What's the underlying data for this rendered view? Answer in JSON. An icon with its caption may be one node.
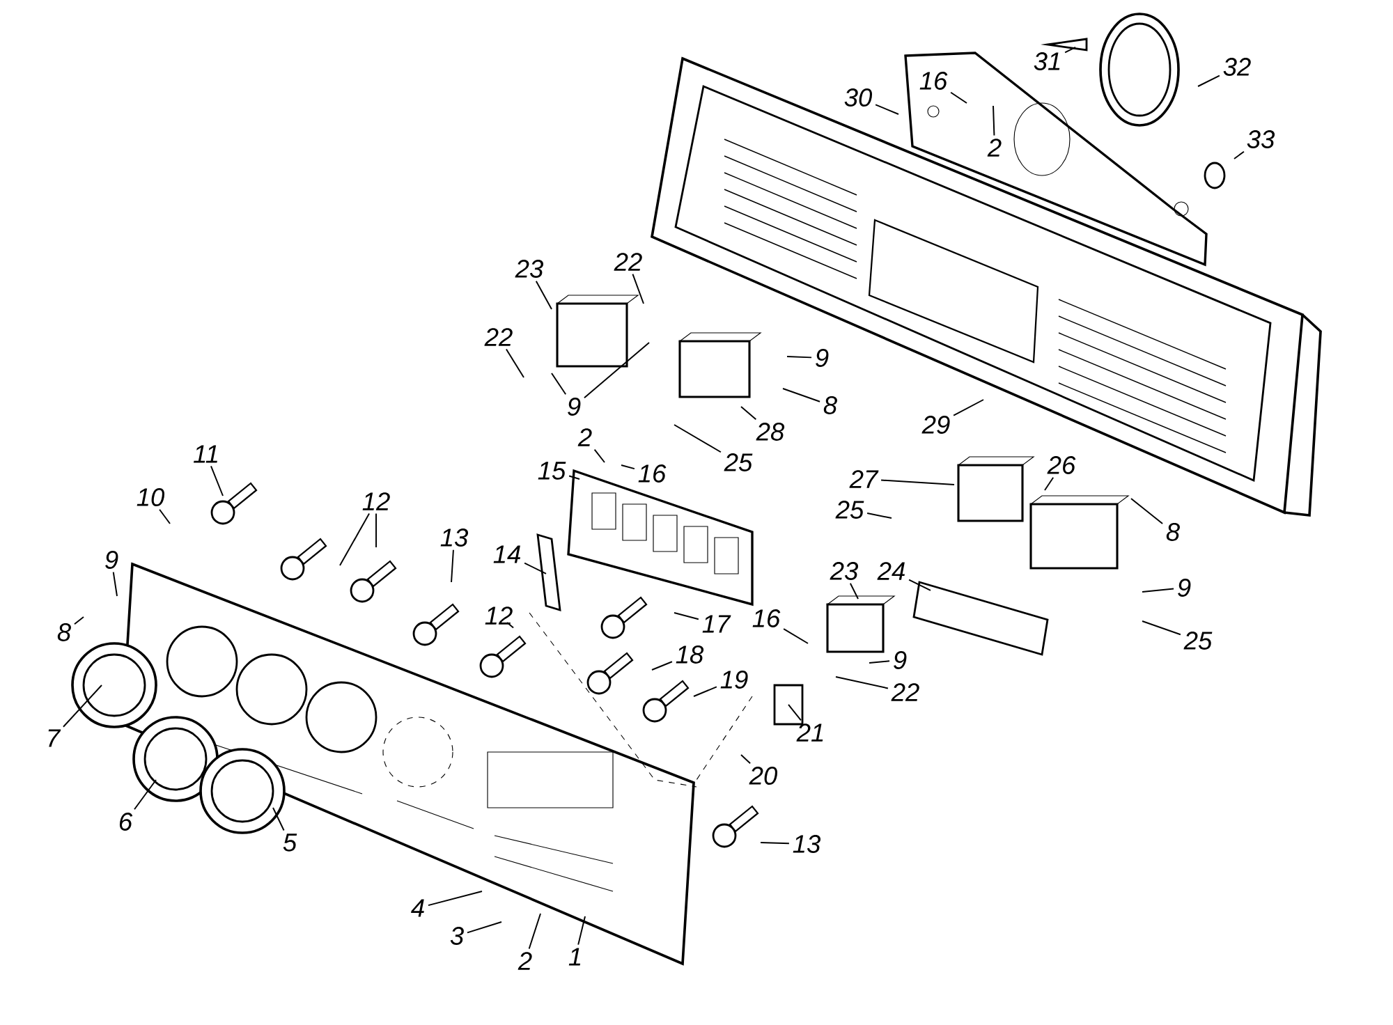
{
  "diagram": {
    "nodes": [
      {
        "text": [
          "31"
        ]
      },
      {
        "text": [
          "32"
        ]
      },
      {
        "text": [
          "30"
        ]
      },
      {
        "text": [
          "16"
        ]
      },
      {
        "text": [
          "2"
        ]
      },
      {
        "text": [
          "33"
        ]
      },
      {
        "text": [
          "23"
        ]
      },
      {
        "text": [
          "22"
        ]
      },
      {
        "text": [
          "22"
        ]
      },
      {
        "text": [
          "9"
        ]
      },
      {
        "text": [
          "9"
        ]
      },
      {
        "text": [
          "8"
        ]
      },
      {
        "text": [
          "28"
        ]
      },
      {
        "text": [
          "29"
        ]
      },
      {
        "text": [
          "25"
        ]
      },
      {
        "text": [
          "2"
        ]
      },
      {
        "text": [
          "16"
        ]
      },
      {
        "text": [
          "15"
        ]
      },
      {
        "text": [
          "27"
        ]
      },
      {
        "text": [
          "26"
        ]
      },
      {
        "text": [
          "8"
        ]
      },
      {
        "text": [
          "25"
        ]
      },
      {
        "text": [
          "11"
        ]
      },
      {
        "text": [
          "10"
        ]
      },
      {
        "text": [
          "12"
        ]
      },
      {
        "text": [
          "13"
        ]
      },
      {
        "text": [
          "14"
        ]
      },
      {
        "text": [
          "23"
        ]
      },
      {
        "text": [
          "24"
        ]
      },
      {
        "text": [
          "9"
        ]
      },
      {
        "text": [
          "8"
        ]
      },
      {
        "text": [
          "9"
        ]
      },
      {
        "text": [
          "25"
        ]
      },
      {
        "text": [
          "12"
        ]
      },
      {
        "text": [
          "17"
        ]
      },
      {
        "text": [
          "16"
        ]
      },
      {
        "text": [
          "9"
        ]
      },
      {
        "text": [
          "18"
        ]
      },
      {
        "text": [
          "19"
        ]
      },
      {
        "text": [
          "22"
        ]
      },
      {
        "text": [
          "7"
        ]
      },
      {
        "text": [
          "21"
        ]
      },
      {
        "text": [
          "20"
        ]
      },
      {
        "text": [
          "6"
        ]
      },
      {
        "text": [
          "5"
        ]
      },
      {
        "text": [
          "13"
        ]
      },
      {
        "text": [
          "4"
        ]
      },
      {
        "text": [
          "3"
        ]
      },
      {
        "text": [
          "2"
        ]
      },
      {
        "text": [
          "1"
        ]
      }
    ],
    "edges": [
      {
        "from": 0,
        "to": null,
        "arrow": "none"
      },
      {
        "from": 1,
        "to": null,
        "arrow": "none"
      },
      {
        "from": 2,
        "to": null,
        "arrow": "none"
      },
      {
        "from": 3,
        "to": null,
        "arrow": "none"
      },
      {
        "from": 4,
        "to": null,
        "arrow": "none"
      },
      {
        "from": 5,
        "to": null,
        "arrow": "none"
      },
      {
        "from": 6,
        "to": null,
        "arrow": "none"
      },
      {
        "from": 7,
        "to": null,
        "arrow": "none"
      },
      {
        "from": 8,
        "to": null,
        "arrow": "none"
      },
      {
        "from": 9,
        "to": null,
        "arrow": "none"
      },
      {
        "from": 9,
        "to": null,
        "arrow": "none"
      },
      {
        "from": 10,
        "to": null,
        "arrow": "none"
      },
      {
        "from": 11,
        "to": null,
        "arrow": "none"
      },
      {
        "from": 12,
        "to": null,
        "arrow": "none"
      },
      {
        "from": 13,
        "to": null,
        "arrow": "none"
      },
      {
        "from": 14,
        "to": null,
        "arrow": "none"
      },
      {
        "from": 15,
        "to": null,
        "arrow": "none"
      },
      {
        "from": 16,
        "to": null,
        "arrow": "none"
      },
      {
        "from": 17,
        "to": null,
        "arrow": "none"
      },
      {
        "from": 18,
        "to": null,
        "arrow": "none"
      },
      {
        "from": 19,
        "to": null,
        "arrow": "none"
      },
      {
        "from": 20,
        "to": null,
        "arrow": "none"
      },
      {
        "from": 21,
        "to": null,
        "arrow": "none"
      },
      {
        "from": 22,
        "to": null,
        "arrow": "none"
      },
      {
        "from": 23,
        "to": null,
        "arrow": "none"
      },
      {
        "from": 24,
        "to": null,
        "arrow": "none"
      },
      {
        "from": 24,
        "to": null,
        "arrow": "none"
      },
      {
        "from": 25,
        "to": null,
        "arrow": "none"
      },
      {
        "from": 26,
        "to": null,
        "arrow": "none"
      },
      {
        "from": 27,
        "to": null,
        "arrow": "none"
      },
      {
        "from": 28,
        "to": null,
        "arrow": "none"
      },
      {
        "from": 29,
        "to": null,
        "arrow": "none"
      },
      {
        "from": 30,
        "to": null,
        "arrow": "none"
      },
      {
        "from": 31,
        "to": null,
        "arrow": "none"
      },
      {
        "from": 32,
        "to": null,
        "arrow": "none"
      },
      {
        "from": 33,
        "to": null,
        "arrow": "none"
      },
      {
        "from": 34,
        "to": null,
        "arrow": "none"
      },
      {
        "from": 35,
        "to": null,
        "arrow": "none"
      },
      {
        "from": 36,
        "to": null,
        "arrow": "none"
      },
      {
        "from": 37,
        "to": null,
        "arrow": "none"
      },
      {
        "from": 38,
        "to": null,
        "arrow": "none"
      },
      {
        "from": 39,
        "to": null,
        "arrow": "none"
      },
      {
        "from": 40,
        "to": null,
        "arrow": "none"
      },
      {
        "from": 41,
        "to": null,
        "arrow": "none"
      },
      {
        "from": 42,
        "to": null,
        "arrow": "none"
      },
      {
        "from": 43,
        "to": null,
        "arrow": "none"
      },
      {
        "from": 44,
        "to": null,
        "arrow": "none"
      },
      {
        "from": 45,
        "to": null,
        "arrow": "none"
      },
      {
        "from": 46,
        "to": null,
        "arrow": "none"
      },
      {
        "from": 47,
        "to": null,
        "arrow": "none"
      },
      {
        "from": 48,
        "to": null,
        "arrow": "none"
      },
      {
        "from": 49,
        "to": null,
        "arrow": "none"
      }
    ]
  }
}
